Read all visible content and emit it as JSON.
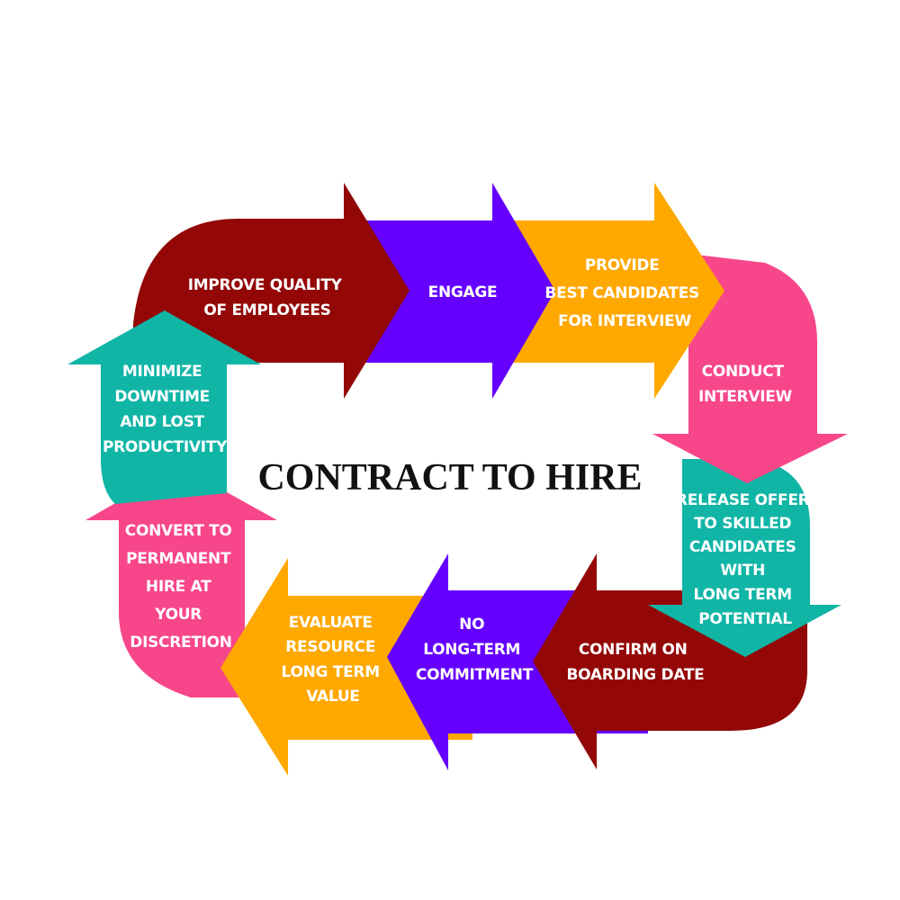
{
  "title": "CONTRACT TO HIRE",
  "colors": {
    "maroon": "#930707",
    "purple": "#6500FF",
    "orange": "#FFA800",
    "pink": "#F7468A",
    "teal": "#10B5A6",
    "text": "#FFFFFF",
    "title": "#111111"
  },
  "steps": [
    {
      "id": "improve-quality",
      "color": "maroon",
      "lines": [
        "IMPROVE QUALITY",
        "OF EMPLOYEES"
      ]
    },
    {
      "id": "engage",
      "color": "purple",
      "lines": [
        "ENGAGE"
      ]
    },
    {
      "id": "provide-candidates",
      "color": "orange",
      "lines": [
        "PROVIDE",
        "BEST CANDIDATES",
        "FOR INTERVIEW"
      ]
    },
    {
      "id": "conduct-interview",
      "color": "pink",
      "lines": [
        "CONDUCT",
        "INTERVIEW"
      ]
    },
    {
      "id": "release-offer",
      "color": "teal",
      "lines": [
        "RELEASE OFFER",
        "TO SKILLED",
        "CANDIDATES",
        "WITH",
        "LONG TERM",
        "POTENTIAL"
      ]
    },
    {
      "id": "confirm-onboarding",
      "color": "maroon",
      "lines": [
        "CONFIRM ON",
        "BOARDING DATE"
      ]
    },
    {
      "id": "no-commitment",
      "color": "purple",
      "lines": [
        "NO",
        "LONG-TERM",
        "COMMITMENT"
      ]
    },
    {
      "id": "evaluate-resource",
      "color": "orange",
      "lines": [
        "EVALUATE",
        "RESOURCE",
        "LONG TERM",
        "VALUE"
      ]
    },
    {
      "id": "convert-permanent",
      "color": "pink",
      "lines": [
        "CONVERT TO",
        "PERMANENT",
        "HIRE AT",
        "YOUR",
        "DISCRETION"
      ]
    },
    {
      "id": "minimize-downtime",
      "color": "teal",
      "lines": [
        "MINIMIZE",
        "DOWNTIME",
        "AND LOST",
        "PRODUCTIVITY"
      ]
    }
  ]
}
